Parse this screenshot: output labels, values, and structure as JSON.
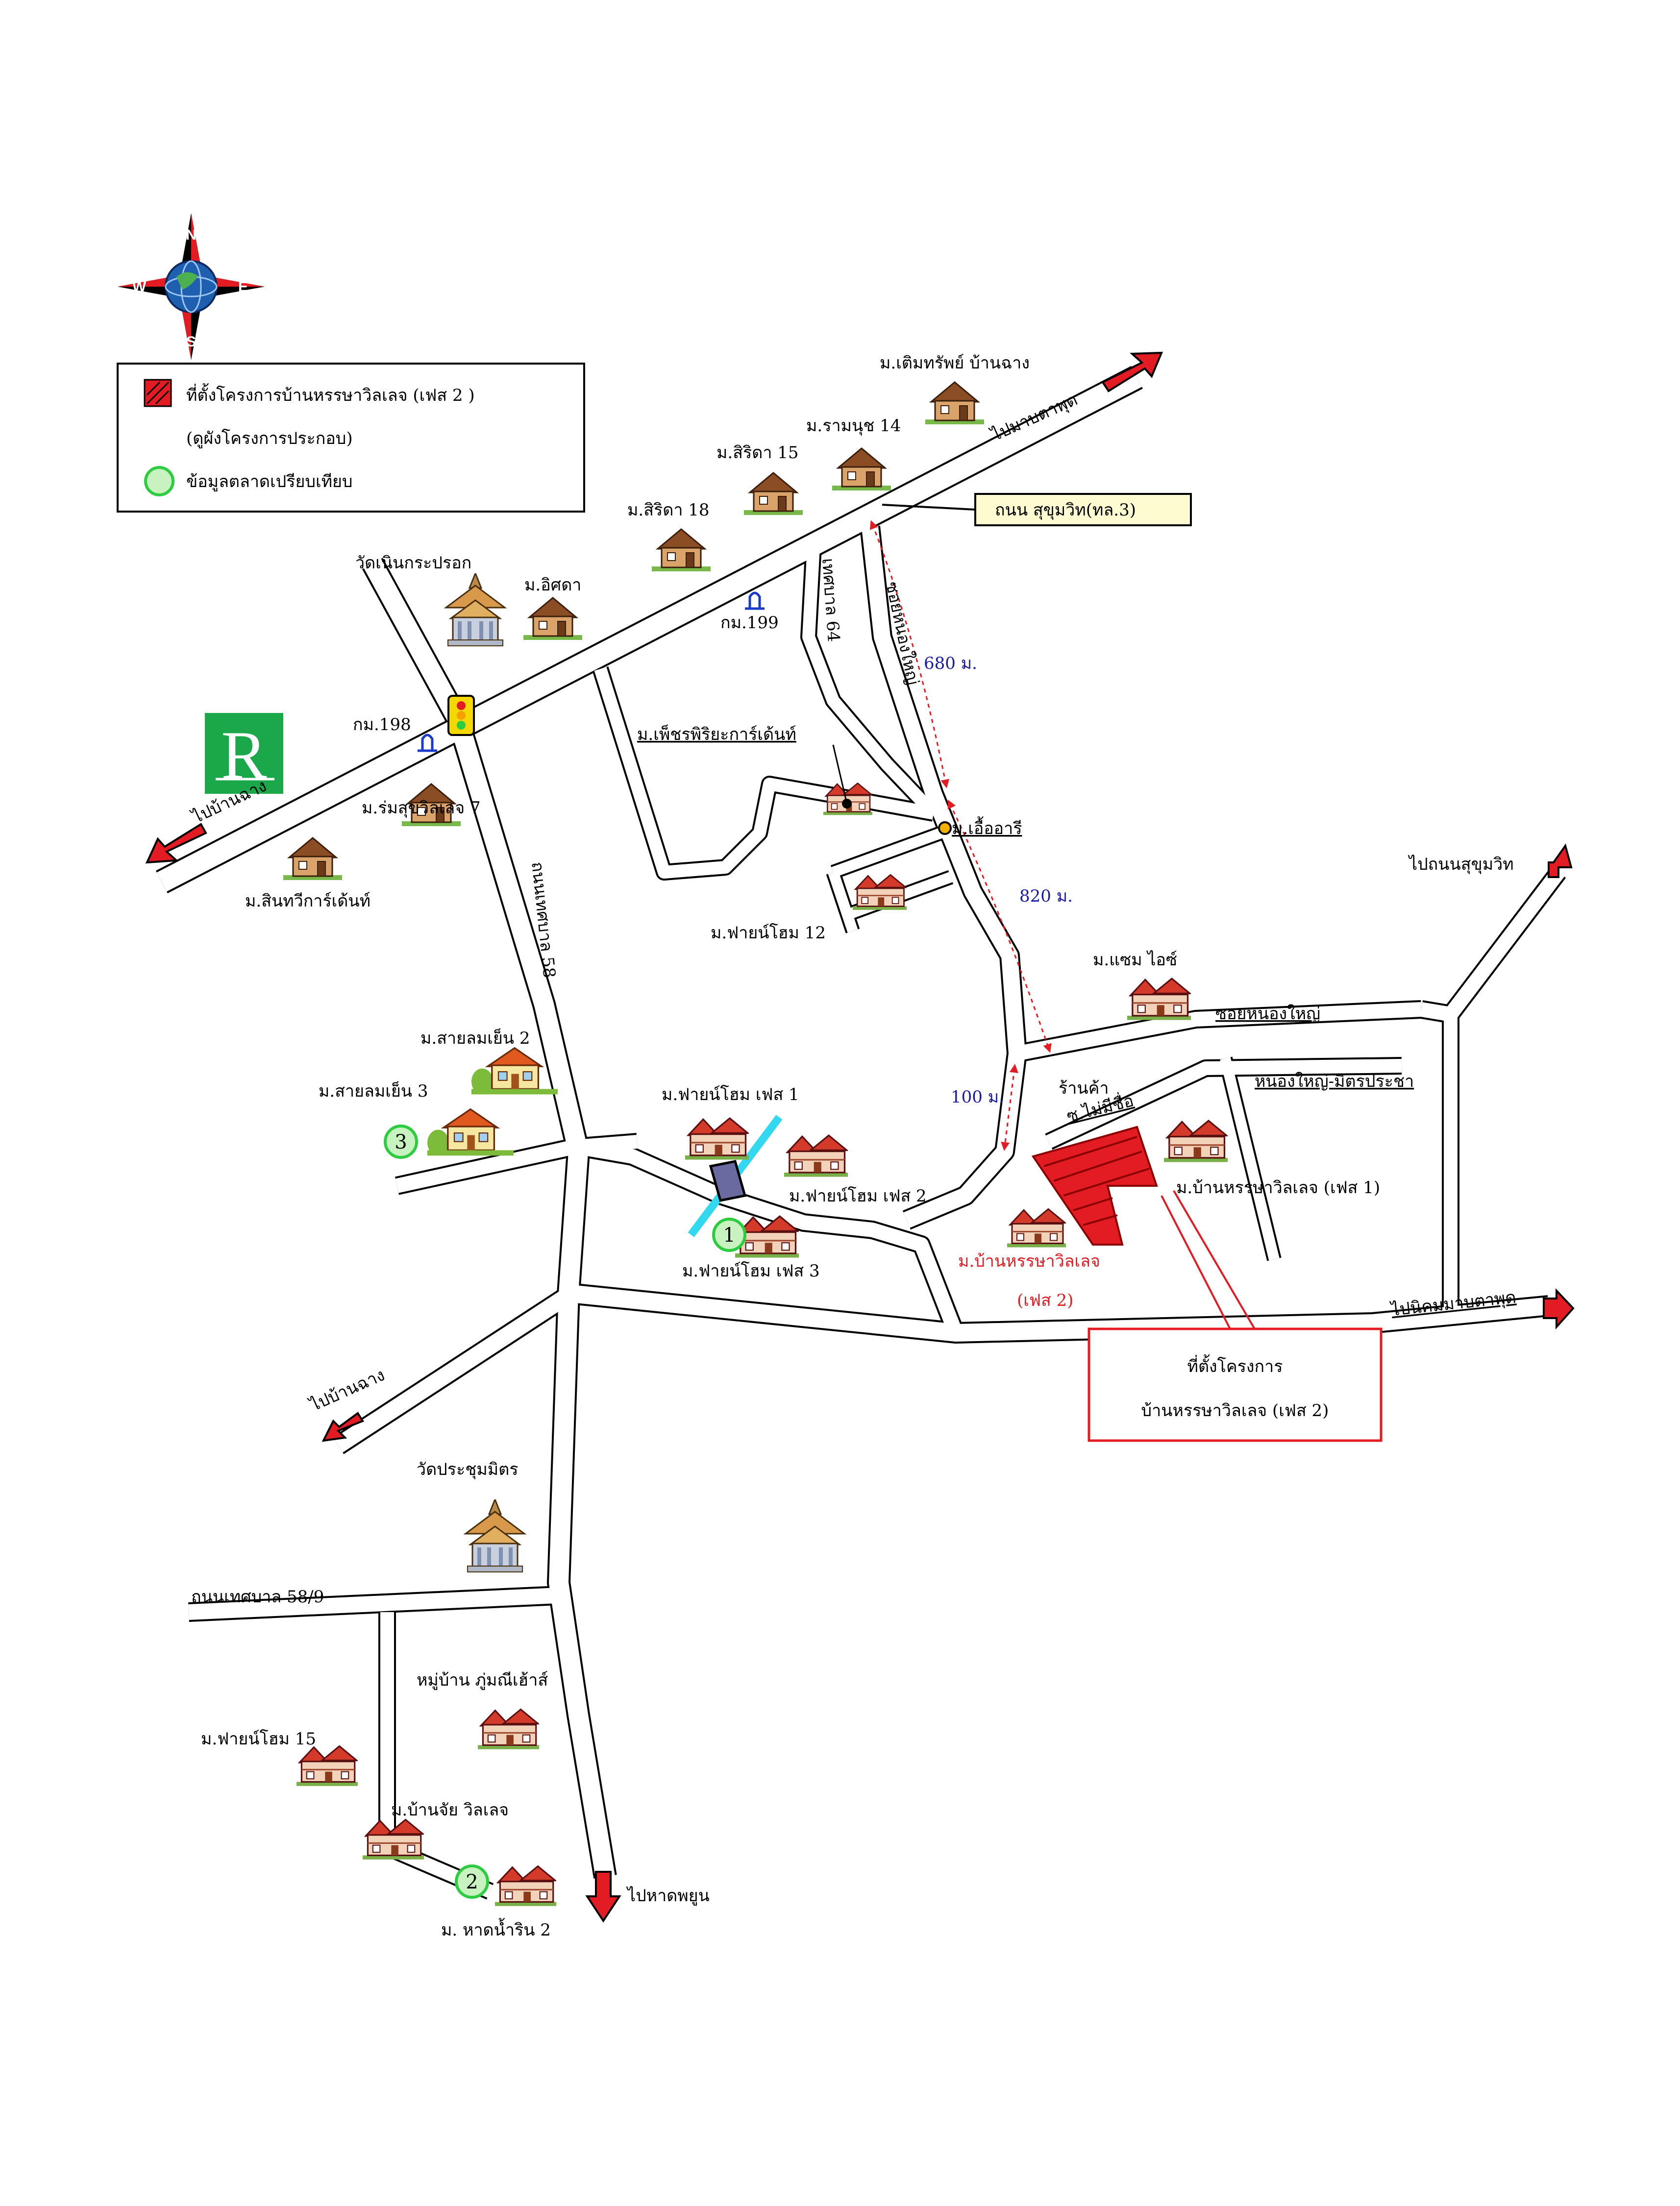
{
  "legend": {
    "site_label": "ที่ตั้งโครงการบ้านหรรษาวิลเลจ (เฟส 2 )",
    "site_sub": "(ดูผังโครงการประกอบ)",
    "market_label": "ข้อมูลตลาดเปรียบเทียบ"
  },
  "compass": {
    "n": "N",
    "s": "S",
    "e": "E",
    "w": "W"
  },
  "roads": {
    "sukhumvit": "ถนน สุขุมวิท(ทล.3)",
    "tessaban58": "ถนนเทศบาล 58",
    "tessaban64": "เทศบาล 64",
    "soi_nongyai_v": "ซอยหนองใหญ่",
    "soi_nongyai_h": "ซอยหนองใหญ่",
    "nongyai_mitr": "หนองใหญ่-มิตรประชา",
    "tessaban589": "ถนนเทศบาล 58/9",
    "no_name_soi": "ซ.ไม่มีชื่อ"
  },
  "directions": {
    "to_mabtaphut_top": "ไปมาบตาพุด",
    "to_banchang_left": "ไปบ้านฉาง",
    "to_banchang_low": "ไปบ้านฉาง",
    "to_sukhumvit": "ไปถนนสุขุมวิท",
    "to_industrial": "ไปนิคมมาบตาพุด",
    "to_hatphayun": "ไปหาดพยูน"
  },
  "km_markers": {
    "km198": "กม.198",
    "km199": "กม.199"
  },
  "distances": {
    "d680": "680 ม.",
    "d820": "820 ม.",
    "d100": "100 ม."
  },
  "places": {
    "wat_noen": "วัดเนินกระปรอก",
    "wat_prachum": "วัดประชุมมิตร",
    "m_isada": "ม.อิศดา",
    "m_sirida18": "ม.สิริดา 18",
    "m_sirida15": "ม.สิริดา 15",
    "m_ramanuch14": "ม.รามนุช 14",
    "m_termsap": "ม.เติมทรัพย์ บ้านฉาง",
    "m_romsuk7": "ม.ร่มสุขวิลเลจ 7",
    "m_sinthavee": "ม.สินทวีการ์เด้นท์",
    "m_petch": "ม.เพ็ชรพิริยะการ์เด้นท์",
    "m_euaaree": "ม.เอื้ออารี",
    "m_fine12": "ม.ฟายน์โฮม 12",
    "m_samai": "ม.แซม ไอซ์",
    "m_sailom2": "ม.สายลมเย็น 2",
    "m_sailom3": "ม.สายลมเย็น 3",
    "m_fine1": "ม.ฟายน์โฮม เฟส 1",
    "m_fine2": "ม.ฟายน์โฮม เฟส 2",
    "m_fine3": "ม.ฟายน์โฮม เฟส 3",
    "m_hansa1": "ม.บ้านหรรษาวิลเลจ (เฟส 1)",
    "m_hansa2_a": "ม.บ้านหรรษาวิลเลจ",
    "m_hansa2_b": "(เฟส 2)",
    "shop": "ร้านค้า",
    "m_poommanee": "หมู่บ้าน ภู่มณีเฮ้าส์",
    "m_fine15": "ม.ฟายน์โฮม 15",
    "m_banjai": "ม.บ้านจัย วิลเลจ",
    "m_hatnamrin2": "ม. หาดน้ำริน 2"
  },
  "callout": {
    "line1": "ที่ตั้งโครงการ",
    "line2": "บ้านหรรษาวิลเลจ (เฟส 2)"
  },
  "markers": {
    "m1": "1",
    "m2": "2",
    "m3": "3"
  },
  "colors": {
    "site": "#e31b23",
    "marker": "#2ecc40",
    "marker_fill": "#c8f2c0",
    "distance": "#1a1aa0",
    "arrow": "#e31b23",
    "logo": "#1aa84a"
  }
}
